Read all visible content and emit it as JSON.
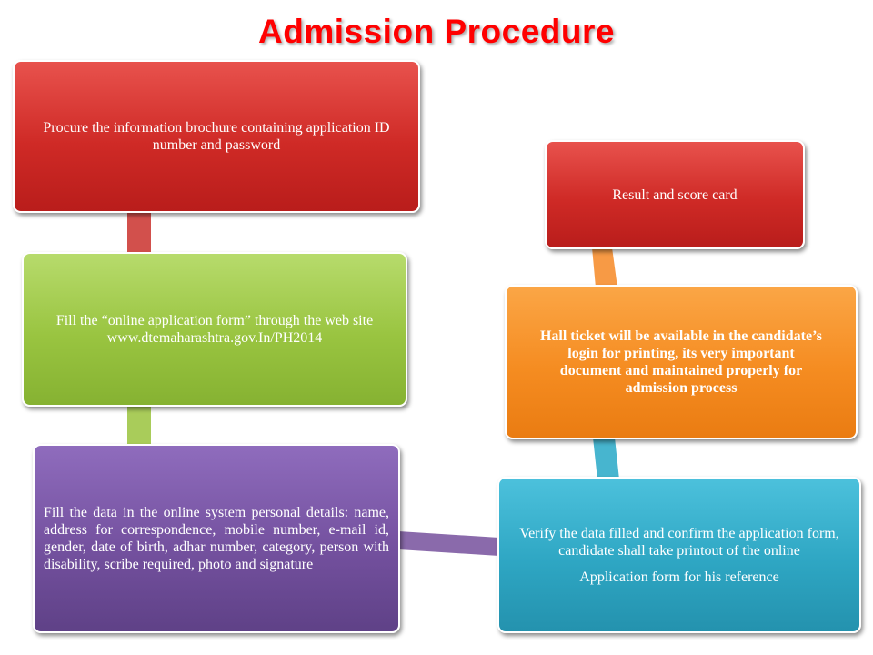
{
  "title": "Admission Procedure",
  "steps": {
    "procure": "Procure the information brochure containing application ID number and password",
    "fill_form": "Fill the “online application form” through the web site www.dtemaharashtra.gov.In/PH2014",
    "fill_data": "Fill the data in the online system personal details: name, address for correspondence, mobile number, e-mail id, gender, date of birth, adhar number, category, person with disability, scribe required, photo and signature",
    "verify_line1": "Verify the data filled and confirm the application form,  candidate shall take printout of the online",
    "verify_line2": "Application form for his reference",
    "hall_ticket": "Hall ticket will be available in the candidate’s login for printing, its very important document and maintained properly for admission process",
    "result": "Result and score card"
  },
  "colors": {
    "title": "#ff0000",
    "red": "#cf2a26",
    "green": "#99c440",
    "purple": "#74519f",
    "teal": "#2ea6c3",
    "orange": "#f58c21",
    "connector_red": "#d2504c",
    "connector_green": "#a9cc5a",
    "connector_purple": "#8a6aab",
    "connector_teal": "#47b5cf",
    "connector_orange": "#f79a45"
  }
}
